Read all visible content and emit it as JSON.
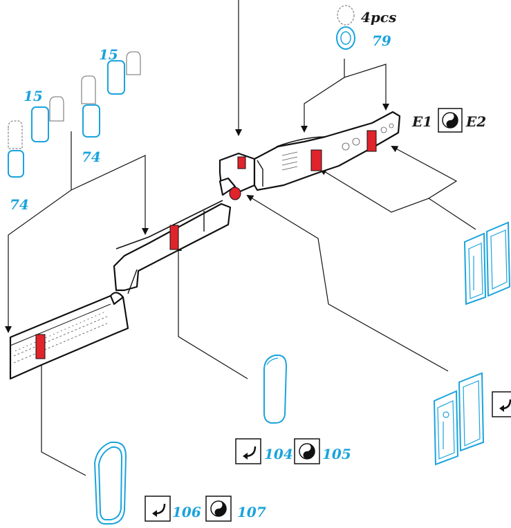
{
  "colors": {
    "part_outline": "#1aa3dc",
    "part_fill": "#ffffff",
    "label_blue": "#1aa3dc",
    "label_black": "#1a1a1a",
    "highlight_red": "#e0242b",
    "line_black": "#111111",
    "ghost_gray": "#8a8a8a"
  },
  "labels": {
    "qty_4pcs": "4pcs",
    "part_79": "79",
    "part_15_a": "15",
    "part_15_b": "15",
    "part_74_a": "74",
    "part_74_b": "74",
    "option_e1": "E1",
    "option_e2": "E2",
    "part_104": "104",
    "part_105": "105",
    "part_106": "106",
    "part_107": "107"
  },
  "icons": {
    "bend_icon": "curved-arrow-icon",
    "option_icon": "yin-yang-icon"
  }
}
